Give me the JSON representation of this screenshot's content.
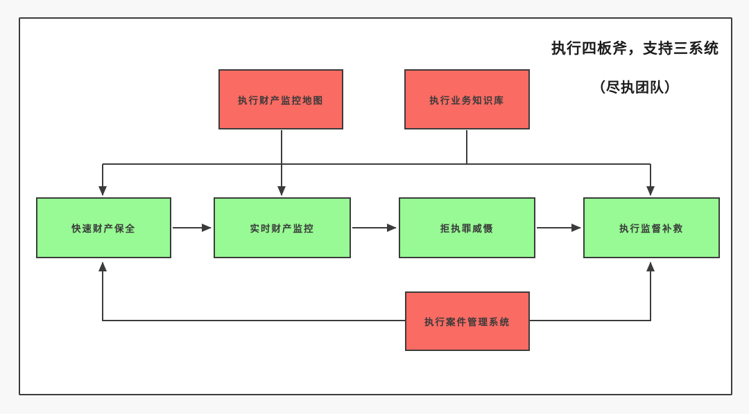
{
  "title": {
    "line1": "执行四板斧，支持三系统",
    "line2": "（尽执团队）"
  },
  "colors": {
    "red": "#FA6B63",
    "green": "#97FA94",
    "border": "#3B3B3B",
    "background": "#F8F8F8",
    "canvas": "#FFFFFF",
    "text": "#3A3A3A"
  },
  "nodes": {
    "top": [
      {
        "id": "property-monitoring-map",
        "label": "执行财产监控地图",
        "type": "system-red"
      },
      {
        "id": "business-knowledge-base",
        "label": "执行业务知识库",
        "type": "system-red"
      }
    ],
    "middle": [
      {
        "id": "rapid-property-preservation",
        "label": "快速财产保全",
        "type": "step-green"
      },
      {
        "id": "realtime-property-monitoring",
        "label": "实时财产监控",
        "type": "step-green"
      },
      {
        "id": "refusal-crime-deterrence",
        "label": "拒执罪威慑",
        "type": "step-green"
      },
      {
        "id": "execution-supervision-remedy",
        "label": "执行监督补救",
        "type": "step-green"
      }
    ],
    "bottom": [
      {
        "id": "case-management-system",
        "label": "执行案件管理系统",
        "type": "system-red"
      }
    ]
  },
  "edges": [
    {
      "from": "property-monitoring-map",
      "to": "realtime-property-monitoring"
    },
    {
      "from": "business-knowledge-base",
      "to": "rapid-property-preservation"
    },
    {
      "from": "business-knowledge-base",
      "to": "execution-supervision-remedy"
    },
    {
      "from": "rapid-property-preservation",
      "to": "realtime-property-monitoring"
    },
    {
      "from": "realtime-property-monitoring",
      "to": "refusal-crime-deterrence"
    },
    {
      "from": "refusal-crime-deterrence",
      "to": "execution-supervision-remedy"
    },
    {
      "from": "case-management-system",
      "to": "rapid-property-preservation"
    },
    {
      "from": "case-management-system",
      "to": "execution-supervision-remedy"
    }
  ]
}
